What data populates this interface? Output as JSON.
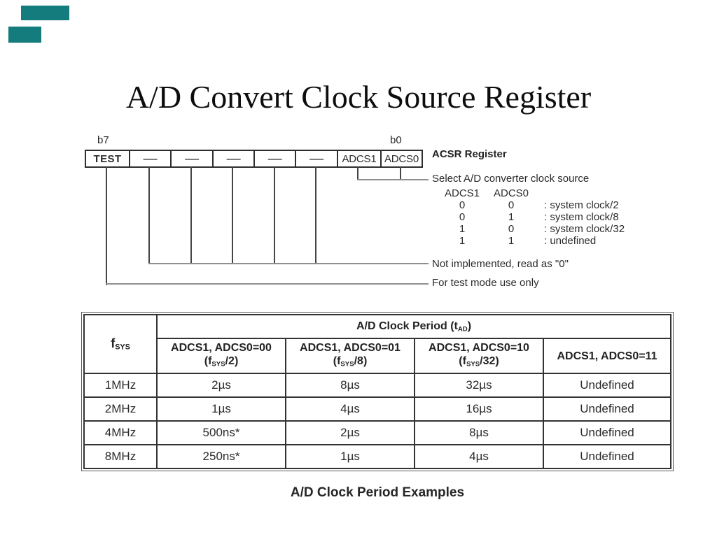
{
  "slide": {
    "title": "A/D Convert Clock Source Register",
    "caption": "A/D Clock Period Examples",
    "accent_color": "#147c7c"
  },
  "register": {
    "heading": "ACSR Register",
    "msb_label": "b7",
    "lsb_label": "b0",
    "cells": [
      "TEST",
      "—",
      "—",
      "—",
      "—",
      "—",
      "ADCS1",
      "ADCS0"
    ],
    "select_note": {
      "title": "Select A/D converter clock source",
      "columns": [
        "ADCS1",
        "ADCS0"
      ],
      "rows": [
        [
          "0",
          "0",
          ": system clock/2"
        ],
        [
          "0",
          "1",
          ": system clock/8"
        ],
        [
          "1",
          "0",
          ": system clock/32"
        ],
        [
          "1",
          "1",
          ": undefined"
        ]
      ]
    },
    "not_implemented_note": "Not implemented, read as \"0\"",
    "test_mode_note": "For test mode use only"
  },
  "table": {
    "fsys_header": "f_{SYS}",
    "period_header": "A/D Clock Period (t_{AD})",
    "col_headers": [
      {
        "line1": "ADCS1, ADCS0=00",
        "line2": "(f_{SYS}/2)"
      },
      {
        "line1": "ADCS1, ADCS0=01",
        "line2": "(f_{SYS}/8)"
      },
      {
        "line1": "ADCS1, ADCS0=10",
        "line2": "(f_{SYS}/32)"
      },
      {
        "line1": "ADCS1, ADCS0=11",
        "line2": ""
      }
    ],
    "rows": [
      [
        "1MHz",
        "2µs",
        "8µs",
        "32µs",
        "Undefined"
      ],
      [
        "2MHz",
        "1µs",
        "4µs",
        "16µs",
        "Undefined"
      ],
      [
        "4MHz",
        "500ns*",
        "2µs",
        "8µs",
        "Undefined"
      ],
      [
        "8MHz",
        "250ns*",
        "1µs",
        "4µs",
        "Undefined"
      ]
    ]
  }
}
